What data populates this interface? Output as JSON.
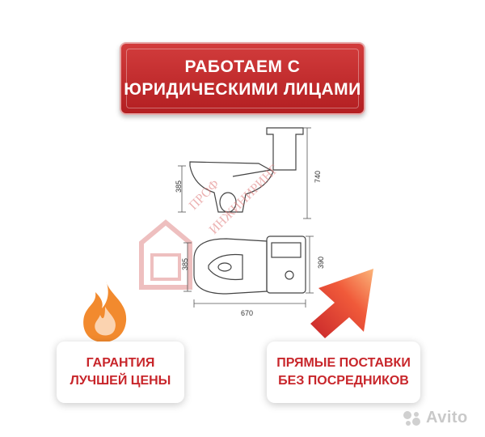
{
  "banner": {
    "line1": "РАБОТАЕМ С",
    "line2": "ЮРИДИЧЕСКИМИ ЛИЦАМИ"
  },
  "drawing": {
    "dim_side_height": "385",
    "dim_total_height": "740",
    "dim_top_width": "385",
    "dim_top_depth": "390",
    "dim_length": "670",
    "watermark_line1": "ПРОФ",
    "watermark_line2": "ИНЖИНИРИНГ"
  },
  "cards": {
    "left": {
      "line1": "ГАРАНТИЯ",
      "line2": "ЛУЧШЕЙ ЦЕНЫ"
    },
    "right": {
      "line1": "ПРЯМЫЕ ПОСТАВКИ",
      "line2": "БЕЗ ПОСРЕДНИКОВ"
    }
  },
  "avito": {
    "label": "Avito"
  },
  "colors": {
    "brand_red": "#c8262b",
    "banner_red": "#b31f22",
    "flame_orange": "#f28a2e",
    "arrow_red": "#e23a3a"
  },
  "icons": [
    "fire-icon",
    "arrow-icon",
    "avito-logo-icon"
  ]
}
